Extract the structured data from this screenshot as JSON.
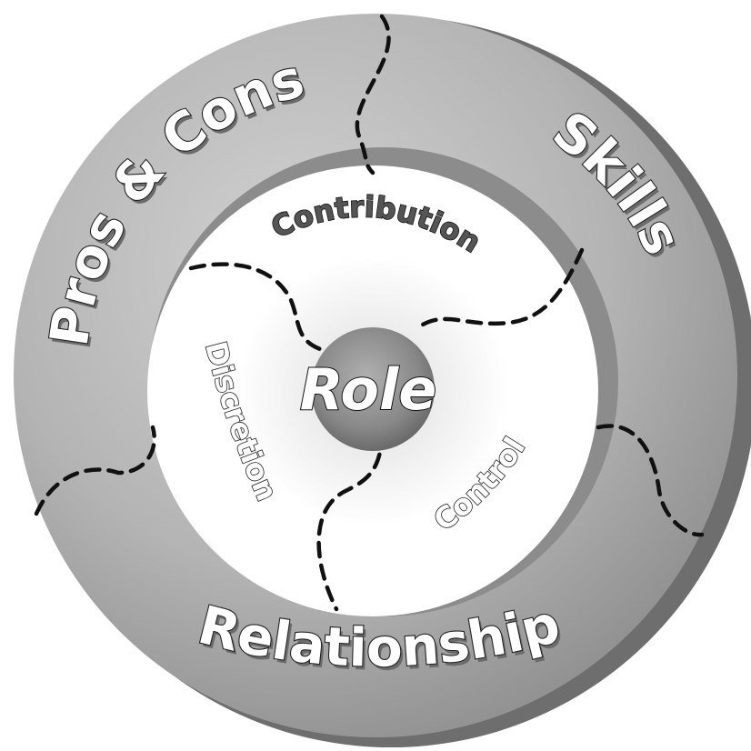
{
  "center": {
    "label": "Role"
  },
  "outer_ring": {
    "labels": {
      "pros_cons": "Pros & Cons",
      "skills": "Skills",
      "relationship": "Relationship"
    }
  },
  "inner_ring": {
    "labels": {
      "contribution": "Contribution",
      "discretion": "Discretion",
      "control": "Control"
    }
  },
  "colors": {
    "outer_ring": "#b4b4b4",
    "outer_ring_shadow": "#7a7a7a",
    "inner_disc": "#ffffff",
    "center_disc": "#8a8a8a",
    "divider": "#111111"
  }
}
